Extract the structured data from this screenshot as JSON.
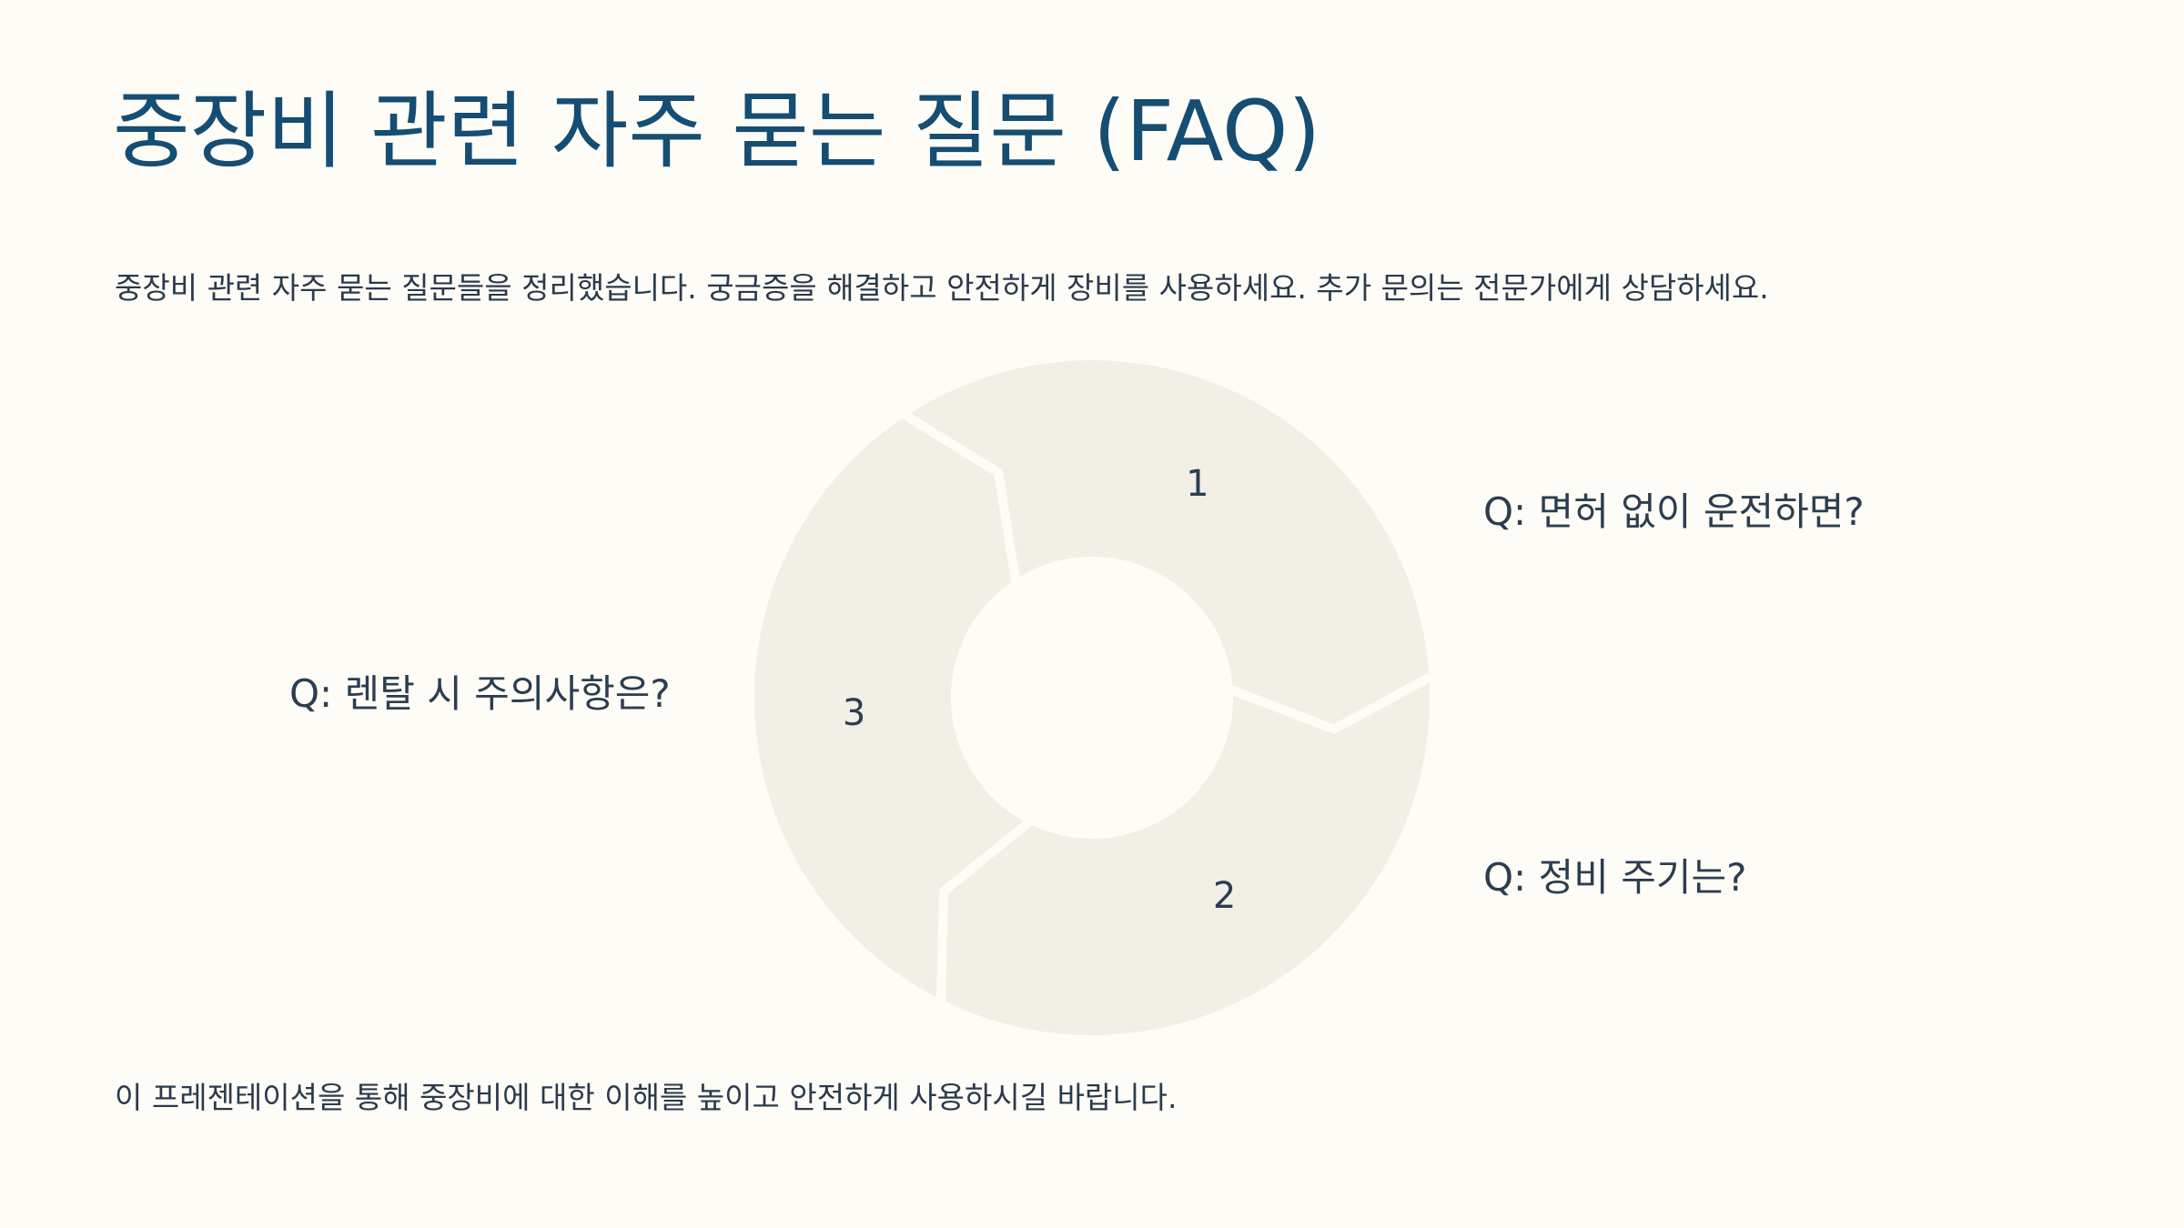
{
  "title": "중장비 관련 자주 묻는 질문 (FAQ)",
  "subtitle": "중장비 관련 자주 묻는 질문들을 정리했습니다. 궁금증을 해결하고 안전하게 장비를 사용하세요. 추가 문의는 전문가에게 상담하세요.",
  "cycle": {
    "segments": [
      {
        "number": "1",
        "question": "Q: 렌탈 시 주의사항은?"
      },
      {
        "number": "2",
        "question": "Q: 면허 없이 운전하면?"
      },
      {
        "number": "3",
        "question": "Q: 정비 주기는?"
      }
    ]
  },
  "footer": "이 프레젠테이션을 통해 중장비에 대한 이해를 높이고 안전하게 사용하시길 바랍니다.",
  "colors": {
    "background": "#FEFCF6",
    "title": "#154D73",
    "segment_fill": "#F2EFE6",
    "text": "#2C3D50"
  }
}
